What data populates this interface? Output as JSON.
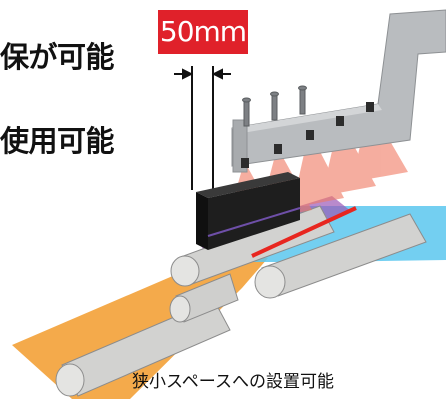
{
  "headings": {
    "line1": "保が可能",
    "line2": "使用可能"
  },
  "dimension": {
    "label": "50mm"
  },
  "caption": "狭小スペースへの設置可能",
  "colors": {
    "badge": "#e0212a",
    "laser": "#f07860",
    "orange_beam": "#f29b2c",
    "blue_beam": "#5bc7ee",
    "purple_beam": "#9b59b6",
    "red_line": "#e8261f",
    "sensor_body": "#1e1e1e",
    "bracket": "#b9bcbf",
    "roller": "#d2d2d0"
  }
}
